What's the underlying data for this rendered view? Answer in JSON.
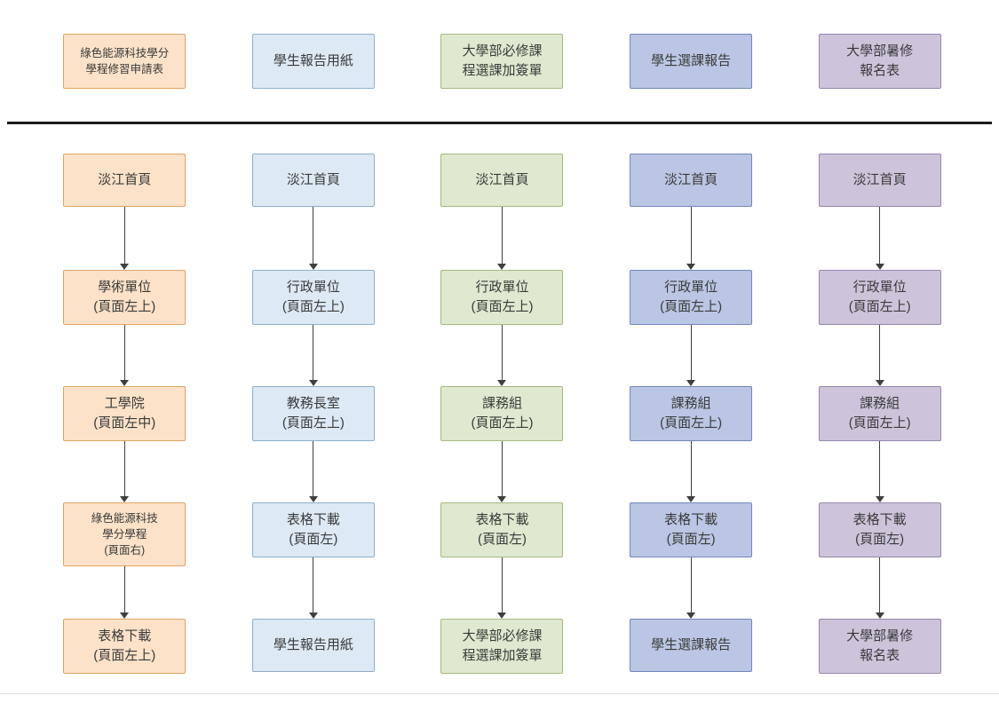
{
  "diagram": {
    "columns": [
      {
        "header": "綠色能源科技學分\n學程修習申請表",
        "theme": {
          "fill": "#fbe2c8",
          "border": "#dfa468",
          "css": "--fill:#fbe2c8;--border:#dfa468"
        },
        "steps": [
          "淡江首頁",
          "學術單位\n(頁面左上)",
          "工學院\n(頁面左中)",
          "綠色能源科技\n學分學程\n(頁面右)",
          "表格下載\n(頁面左上)"
        ]
      },
      {
        "header": "學生報告用紙",
        "theme": {
          "fill": "#dde9f4",
          "border": "#8fafcb",
          "css": "--fill:#dde9f4;--border:#8fafcb"
        },
        "steps": [
          "淡江首頁",
          "行政單位\n(頁面左上)",
          "教務長室\n(頁面左上)",
          "表格下載\n(頁面左)",
          "學生報告用紙"
        ]
      },
      {
        "header": "大學部必修課\n程選課加簽單",
        "theme": {
          "fill": "#dfe9cf",
          "border": "#a6b97e",
          "css": "--fill:#dfe9cf;--border:#a6b97e"
        },
        "steps": [
          "淡江首頁",
          "行政單位\n(頁面左上)",
          "課務組\n(頁面左上)",
          "表格下載\n(頁面左)",
          "大學部必修課\n程選課加簽單"
        ]
      },
      {
        "header": "學生選課報告",
        "theme": {
          "fill": "#bac6e3",
          "border": "#7286bc",
          "css": "--fill:#bac6e3;--border:#7286bc"
        },
        "steps": [
          "淡江首頁",
          "行政單位\n(頁面左上)",
          "課務組\n(頁面左上)",
          "表格下載\n(頁面左)",
          "學生選課報告"
        ]
      },
      {
        "header": "大學部暑修\n報名表",
        "theme": {
          "fill": "#cdc4db",
          "border": "#9486ae",
          "css": "--fill:#cdc4db;--border:#9486ae"
        },
        "steps": [
          "淡江首頁",
          "行政單位\n(頁面左上)",
          "課務組\n(頁面左上)",
          "表格下載\n(頁面左)",
          "大學部暑修\n報名表"
        ]
      }
    ],
    "divider_color": "#1c1c1c",
    "arrow_color": "#3f3f3f"
  }
}
